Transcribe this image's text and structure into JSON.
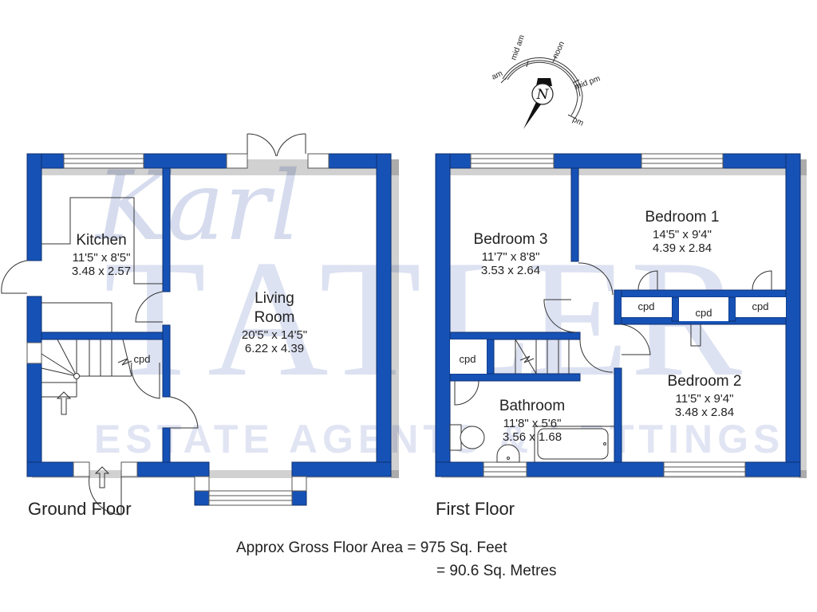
{
  "watermark": {
    "script": "Karl",
    "letters": [
      "T",
      "A",
      "T",
      "L",
      "E",
      "R"
    ],
    "tagline": "ESTATE AGENTS & LETTINGS"
  },
  "compass": {
    "north_label": "N",
    "arc_labels": [
      "am",
      "mid am",
      "noon",
      "mid pm",
      "pm"
    ]
  },
  "ground_floor": {
    "label": "Ground Floor",
    "rooms": [
      {
        "name": "Kitchen",
        "imperial": "11'5\" x  8'5\"",
        "metric": "3.48  x  2.57"
      },
      {
        "name_line1": "Living",
        "name_line2": "Room",
        "imperial": "20'5\" x 14'5\"",
        "metric": "6.22  x  4.39"
      }
    ],
    "cupboards": [
      "cpd"
    ]
  },
  "first_floor": {
    "label": "First Floor",
    "rooms": [
      {
        "name": "Bedroom 3",
        "imperial": "11'7\" x  8'8\"",
        "metric": "3.53  x  2.64"
      },
      {
        "name": "Bedroom 1",
        "imperial": "14'5\" x  9'4\"",
        "metric": "4.39  x  2.84"
      },
      {
        "name": "Bedroom 2",
        "imperial": "11'5\" x  9'4\"",
        "metric": "3.48  x  2.84"
      },
      {
        "name": "Bathroom",
        "imperial": "11'8\" x  5'6\"",
        "metric": "3.56  x  1.68"
      }
    ],
    "cupboards": [
      "cpd",
      "cpd",
      "cpd",
      "cpd"
    ]
  },
  "area": {
    "line1": "Approx Gross Floor Area  =  975  Sq. Feet",
    "line2": "=  90.6  Sq. Metres"
  },
  "colors": {
    "wall": "#1652b6",
    "watermark": "#dde2f2",
    "text": "#222222"
  }
}
